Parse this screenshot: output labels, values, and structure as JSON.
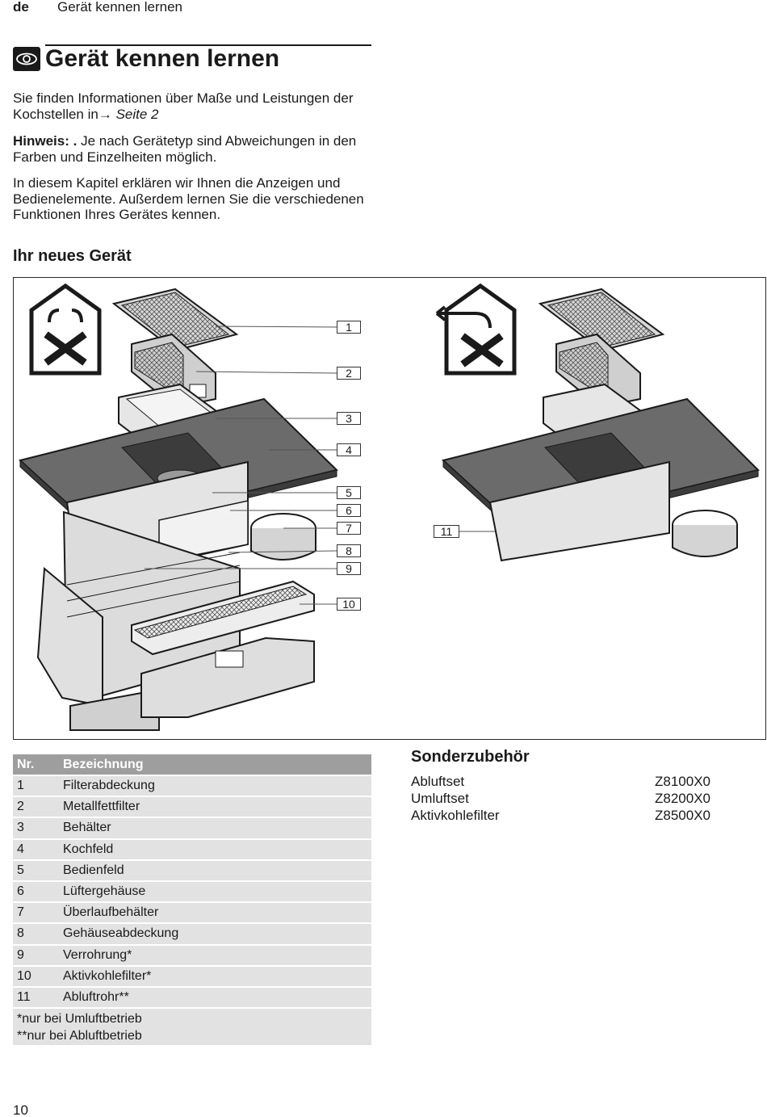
{
  "header": {
    "lang": "de",
    "running_title": "Gerät kennen lernen"
  },
  "title": {
    "icon": "eye-icon",
    "text": "Gerät kennen lernen"
  },
  "intro": {
    "p1_text": " Sie finden Informationen über Maße und Leistungen der Kochstellen in",
    "p1_arrow": "→",
    "p1_link": " Seite 2",
    "p2_label": "Hinweis: .",
    "p2_text": " Je nach Gerätetyp sind Abweichungen in den Farben und Einzelheiten möglich.",
    "p3_text": "In diesem Kapitel erklären wir Ihnen die Anzeigen und Bedienelemente. Außerdem lernen Sie die verschiedenen Funktionen Ihres Gerätes kennen."
  },
  "section_title": "Ihr neues Gerät",
  "figure": {
    "callouts": [
      "1",
      "2",
      "3",
      "4",
      "5",
      "6",
      "7",
      "8",
      "9",
      "10",
      "11"
    ]
  },
  "parts_table": {
    "headers": [
      "Nr.",
      "Bezeichnung"
    ],
    "rows": [
      [
        "1",
        "Filterabdeckung"
      ],
      [
        "2",
        "Metallfettfilter"
      ],
      [
        "3",
        "Behälter"
      ],
      [
        "4",
        "Kochfeld"
      ],
      [
        "5",
        "Bedienfeld"
      ],
      [
        "6",
        "Lüftergehäuse"
      ],
      [
        "7",
        "Überlaufbehälter"
      ],
      [
        "8",
        "Gehäuseabdeckung"
      ],
      [
        "9",
        "Verrohrung*"
      ],
      [
        "10",
        "Aktivkohlefilter*"
      ],
      [
        "11",
        "Abluftrohr**"
      ]
    ],
    "notes": [
      "*nur bei Umluftbetrieb",
      "**nur bei Abluftbetrieb"
    ]
  },
  "accessories": {
    "title": "Sonderzubehör",
    "items": [
      {
        "name": "Abluftset",
        "code": "Z8100X0"
      },
      {
        "name": "Umluftset",
        "code": "Z8200X0"
      },
      {
        "name": "Aktivkohlefilter",
        "code": "Z8500X0"
      }
    ]
  },
  "page_number": "10"
}
